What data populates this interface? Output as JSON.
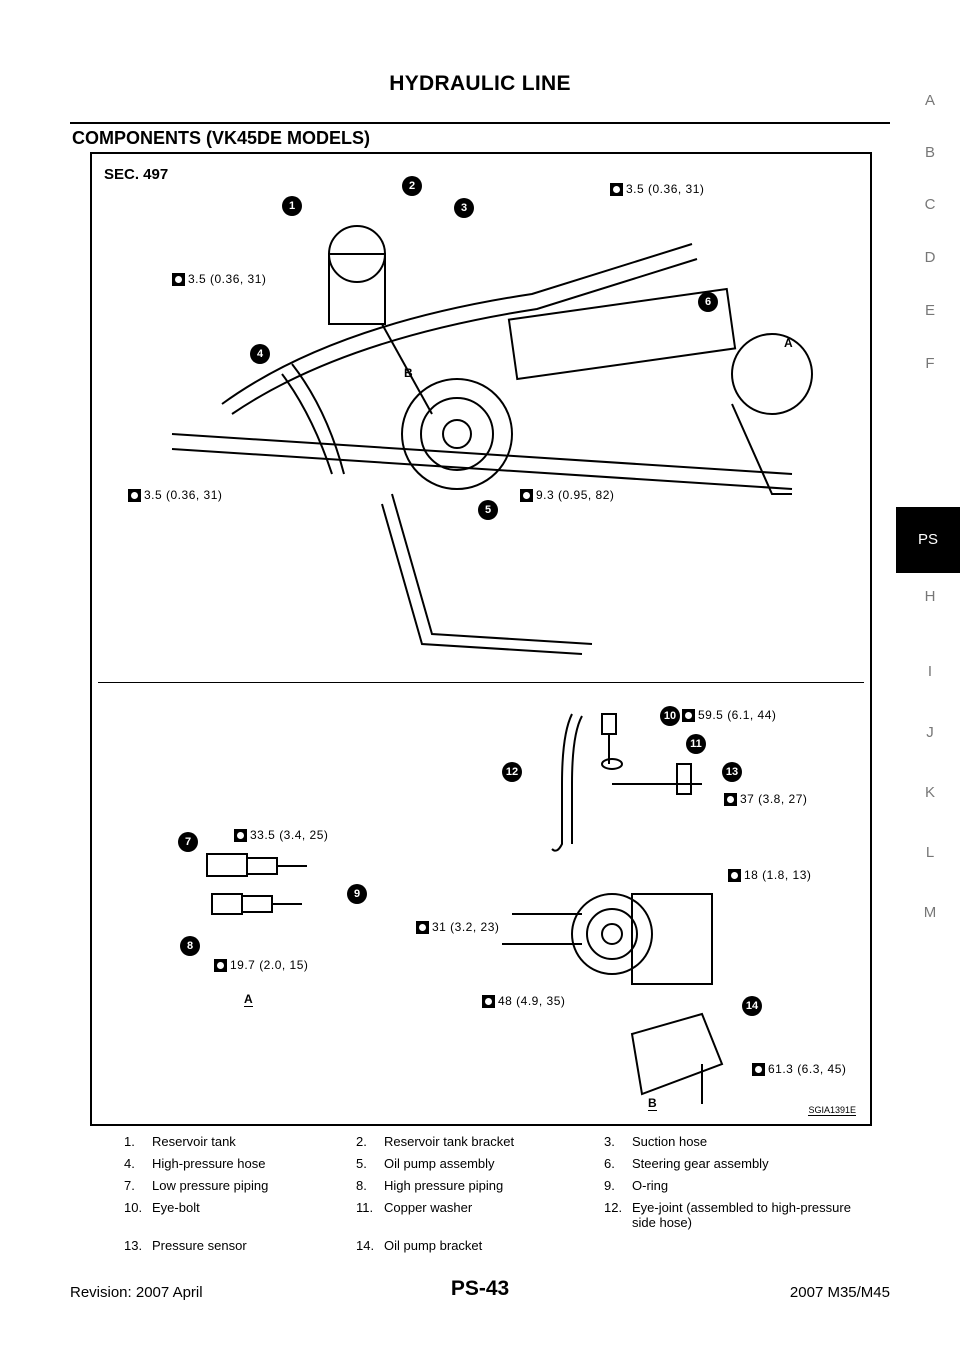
{
  "header": {
    "title": "HYDRAULIC LINE"
  },
  "section": {
    "title": "COMPONENTS (VK45DE MODELS)"
  },
  "side_tabs": [
    "A",
    "B",
    "C",
    "D",
    "E",
    "F",
    "PS",
    "H",
    "I",
    "J",
    "K",
    "L",
    "M"
  ],
  "figure": {
    "sec": "SEC. 497",
    "code": "SGIA1391E",
    "top_torques": [
      "3.5 (0.36, 31)",
      "3.5 (0.36, 31)",
      "3.5 (0.36, 31)",
      "9.3 (0.95, 82)"
    ],
    "bottom_torques": [
      "59.5 (6.1, 44)",
      "37 (3.8, 27)",
      "33.5 (3.4, 25)",
      "18 (1.8, 13)",
      "31 (3.2, 23)",
      "19.7 (2.0, 15)",
      "48 (4.9, 35)",
      "61.3 (6.3, 45)"
    ],
    "callouts": [
      "1",
      "2",
      "3",
      "4",
      "5",
      "6",
      "7",
      "8",
      "9",
      "10",
      "11",
      "12",
      "13",
      "14"
    ],
    "letters": [
      "A",
      "B",
      "A",
      "B"
    ]
  },
  "legend": [
    [
      "1.",
      "Reservoir tank",
      "2.",
      "Reservoir tank bracket",
      "3.",
      "Suction hose"
    ],
    [
      "4.",
      "High-pressure hose",
      "5.",
      "Oil pump assembly",
      "6.",
      "Steering gear assembly"
    ],
    [
      "7.",
      "Low pressure piping",
      "8.",
      "High pressure piping",
      "9.",
      "O-ring"
    ],
    [
      "10.",
      "Eye-bolt",
      "11.",
      "Copper washer",
      "12.",
      "Eye-joint (assembled to high-pressure side hose)"
    ],
    [
      "13.",
      "Pressure sensor",
      "14.",
      "Oil pump bracket",
      "",
      ""
    ]
  ],
  "footer": {
    "revision": "Revision: 2007 April",
    "page": "PS-43",
    "model": "2007 M35/M45"
  }
}
